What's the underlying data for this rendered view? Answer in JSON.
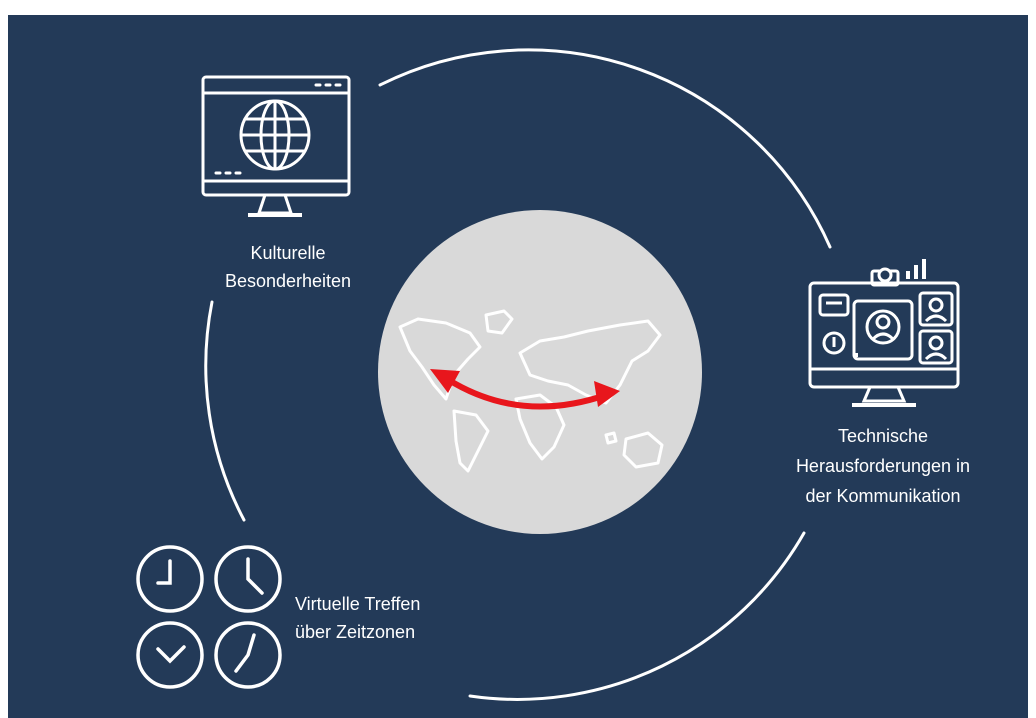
{
  "labels": {
    "cultural": "Kulturelle\nBesonderheiten",
    "technical": "Technische\nHerausforderungen in\nder Kommunikation",
    "timezones": "Virtuelle Treffen\nüber Zeitzonen"
  },
  "icons": {
    "cultural": "monitor-globe-icon",
    "technical": "video-conference-monitor-icon",
    "timezones": "four-clocks-icon",
    "center": "world-map-icon"
  },
  "colors": {
    "background": "#233a58",
    "circle_fill": "#d9d9d9",
    "line": "#ffffff",
    "arrow": "#e8161c"
  }
}
